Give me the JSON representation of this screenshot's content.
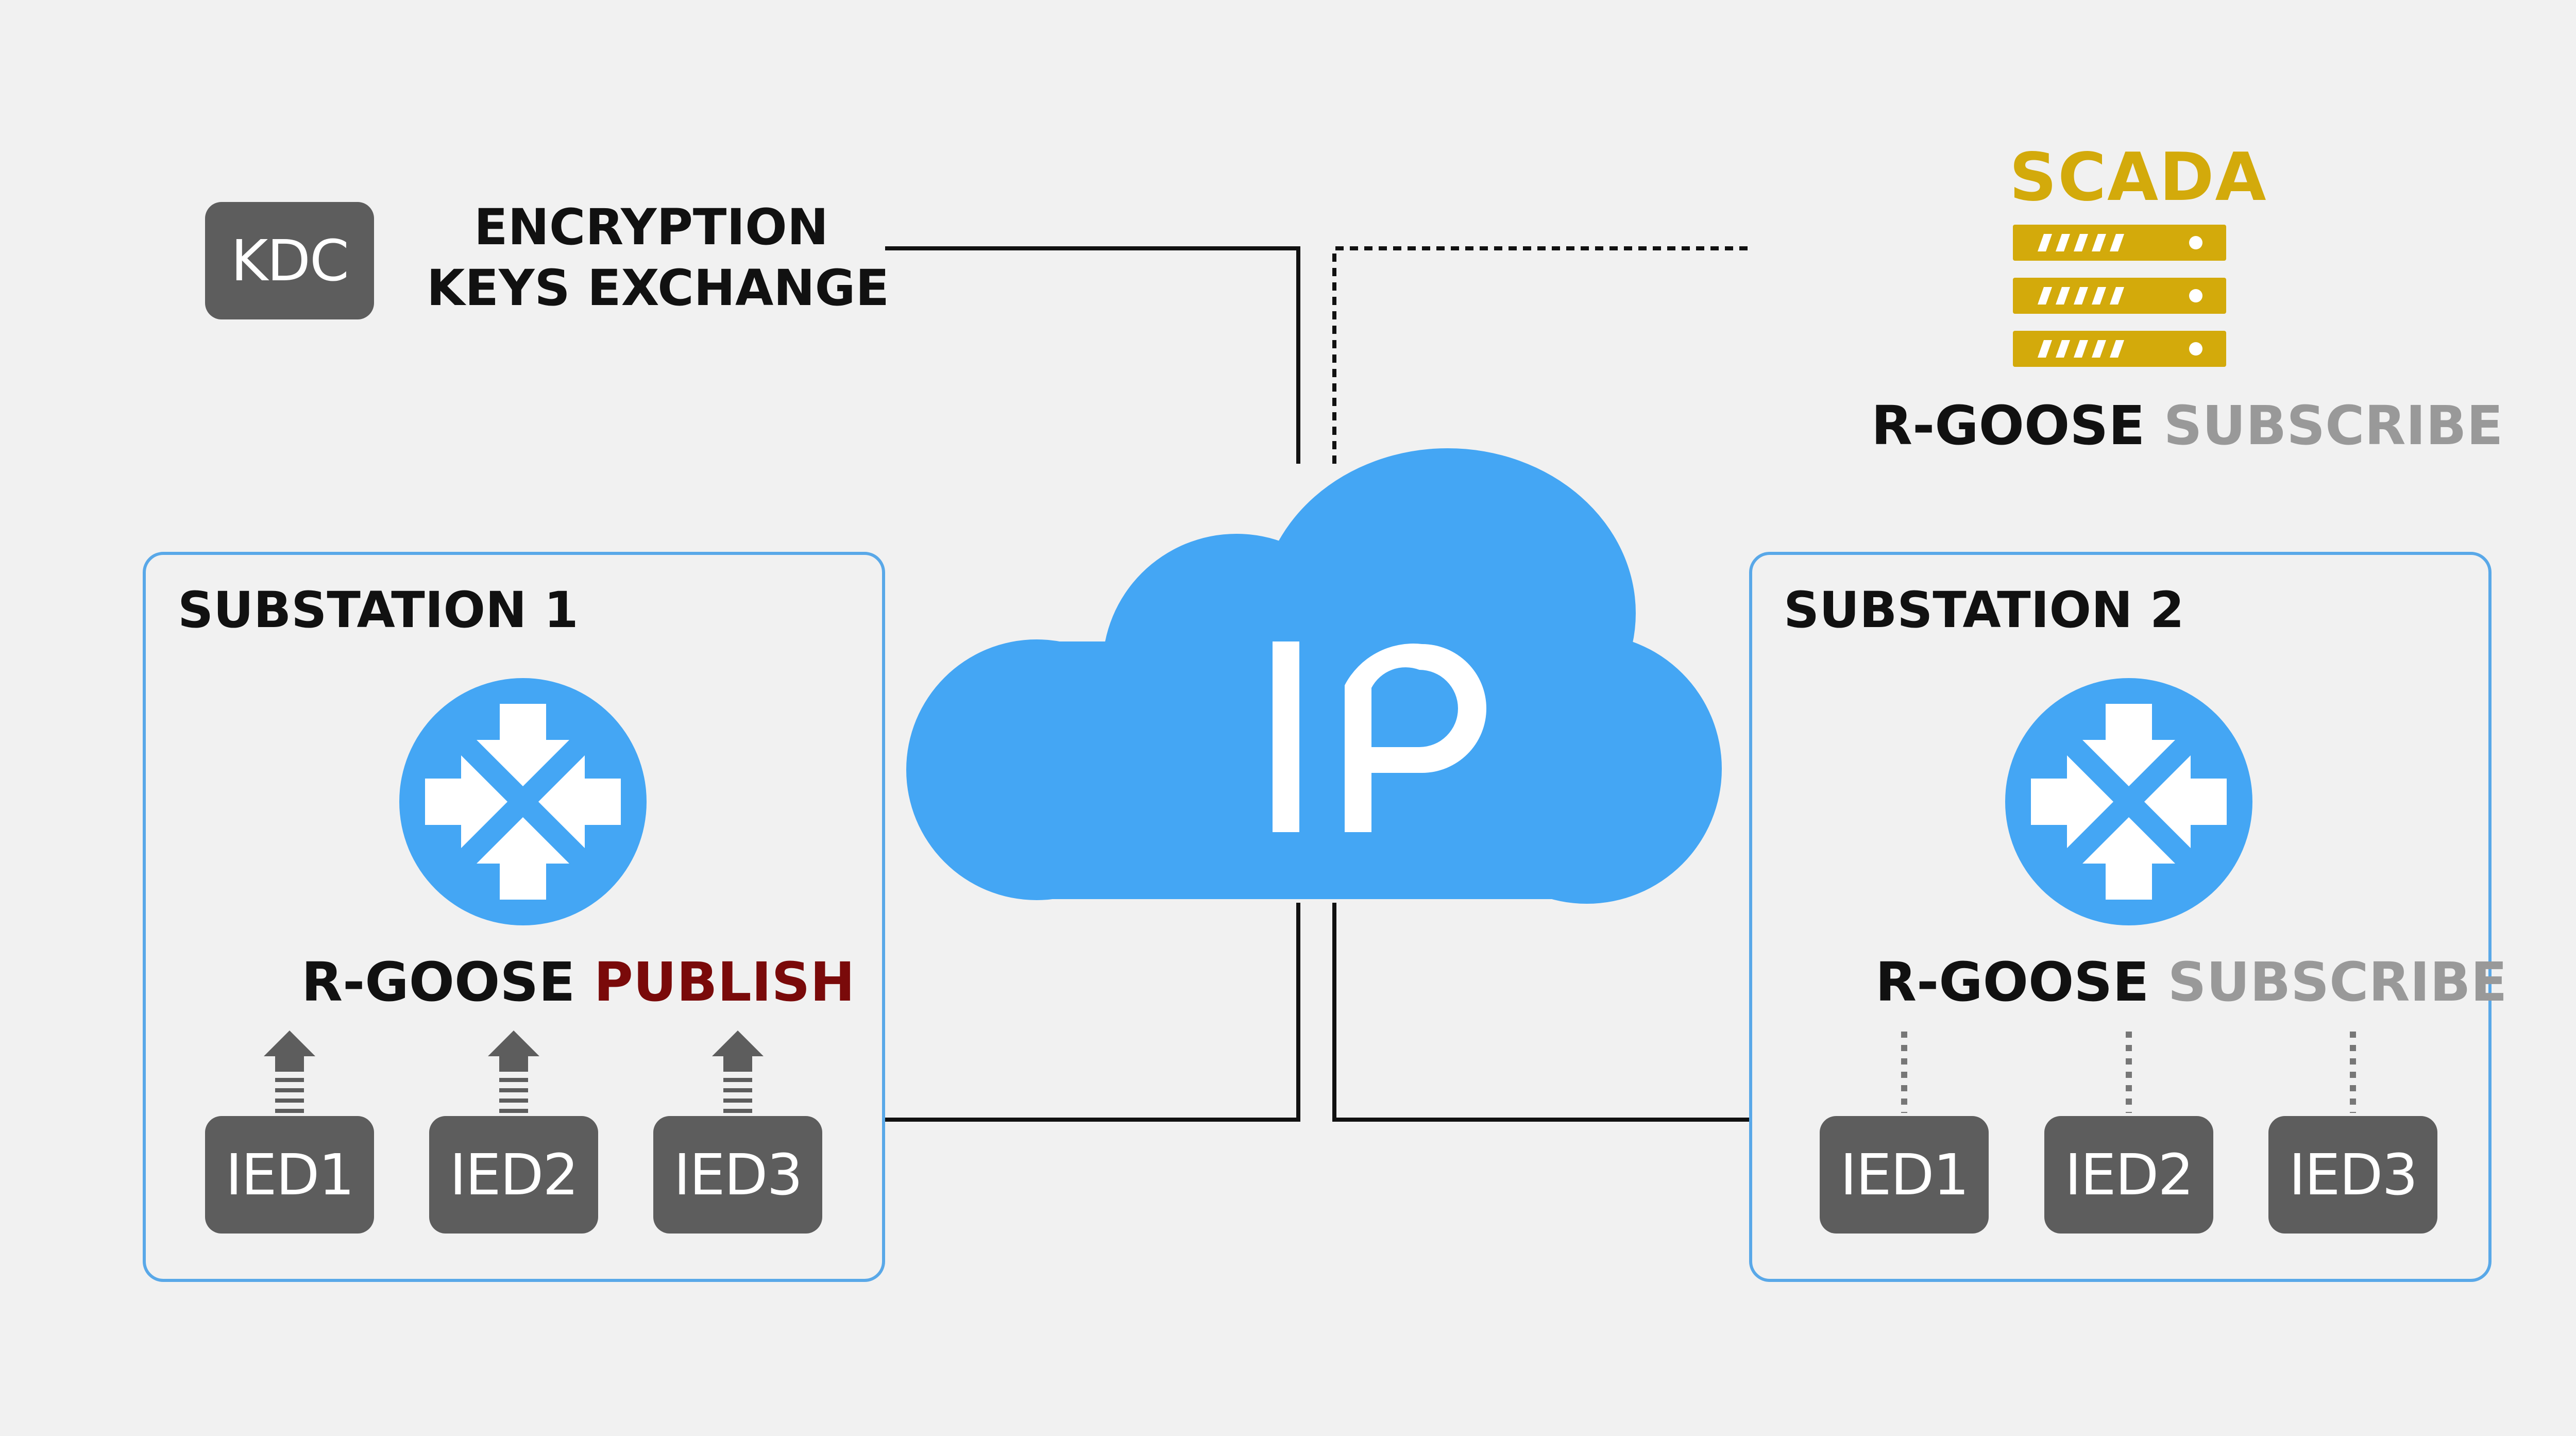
{
  "kdc": {
    "label": "KDC"
  },
  "encryption": {
    "line1": "ENCRYPTION",
    "line2": "KEYS EXCHANGE"
  },
  "scada": {
    "label": "SCADA",
    "color": "#d3aa0b"
  },
  "top_right_label": {
    "proto": "R-GOOSE",
    "action": "SUBSCRIBE"
  },
  "cloud": {
    "label": "IP",
    "color": "#44a6f4"
  },
  "substation1": {
    "title": "SUBSTATION 1",
    "proto": "R-GOOSE",
    "action": "PUBLISH",
    "action_color": "#7a0a0a",
    "ieds": [
      "IED1",
      "IED2",
      "IED3"
    ]
  },
  "substation2": {
    "title": "SUBSTATION 2",
    "proto": "R-GOOSE",
    "action": "SUBSCRIBE",
    "action_color": "#999999",
    "ieds": [
      "IED1",
      "IED2",
      "IED3"
    ]
  },
  "colors": {
    "box_border": "#59a8e8",
    "tag_bg": "#5d5d5d",
    "router": "#44a6f4"
  }
}
